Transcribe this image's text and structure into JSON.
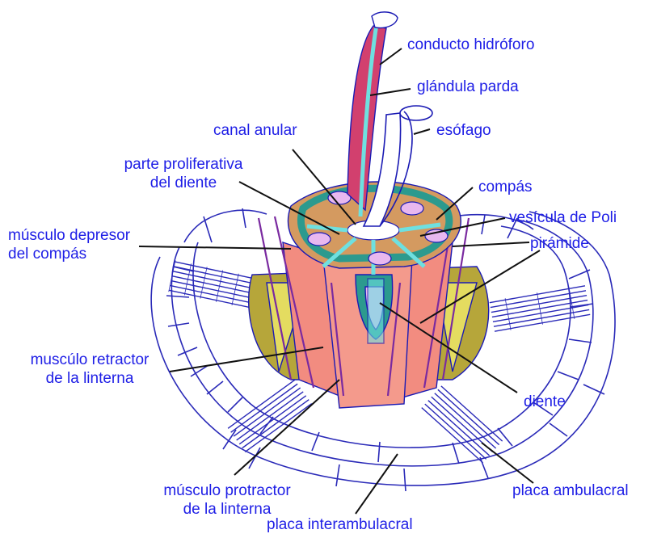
{
  "labels": {
    "conducto_hidroforo": "conducto hidróforo",
    "glandula_parda": "glándula parda",
    "esofago": "esófago",
    "canal_anular": "canal anular",
    "parte_proliferativa_1": "parte proliferativa",
    "parte_proliferativa_2": "del diente",
    "compas": "compás",
    "vesicula_poli": "vesícula de Poli",
    "musculo_depresor_1": "músculo depresor",
    "musculo_depresor_2": "del compás",
    "piramide": "pirámide",
    "musculo_retractor_1": "muscúlo retractor",
    "musculo_retractor_2": "de la linterna",
    "diente": "diente",
    "musculo_protractor_1": "músculo protractor",
    "musculo_protractor_2": "de la linterna",
    "placa_ambulacral": "placa ambulacral",
    "placa_interambulacral": "placa interambulacral"
  },
  "colors": {
    "label_text": "#1e1ee6",
    "outline": "#1a1ab4",
    "muscle": "#f28c80",
    "pyramid": "#e0a070",
    "ring_teal": "#2c9a8e",
    "water_cyan": "#6ee0e0",
    "tooth_lilac": "#e8b8ef",
    "gland_crimson": "#d2406e",
    "plate_yellow": "#e4dc60",
    "plate_olive": "#b6a63a"
  }
}
